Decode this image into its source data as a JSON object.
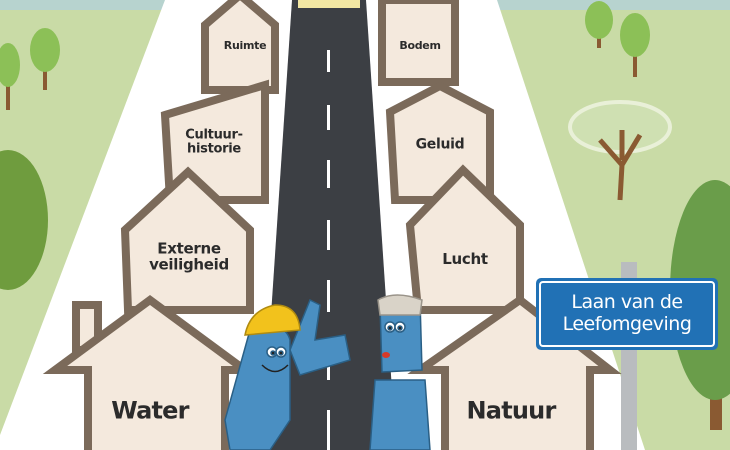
{
  "houses": {
    "ruimte": "Ruimte",
    "bodem": "Bodem",
    "cultuurhistorie_line1": "Cultuur-",
    "cultuurhistorie_line2": "historie",
    "geluid": "Geluid",
    "externe_line1": "Externe",
    "externe_line2": "veiligheid",
    "lucht": "Lucht",
    "water": "Water",
    "natuur": "Natuur"
  },
  "sign": {
    "line1": "Laan van de",
    "line2": "Leefomgeving"
  },
  "colors": {
    "grass": "#c9dba6",
    "road": "#3c3f44",
    "house_outline": "#7b6a5a",
    "house_fill": "#f4e9dd",
    "sign": "#2171b5",
    "character": "#4a8fc2"
  }
}
